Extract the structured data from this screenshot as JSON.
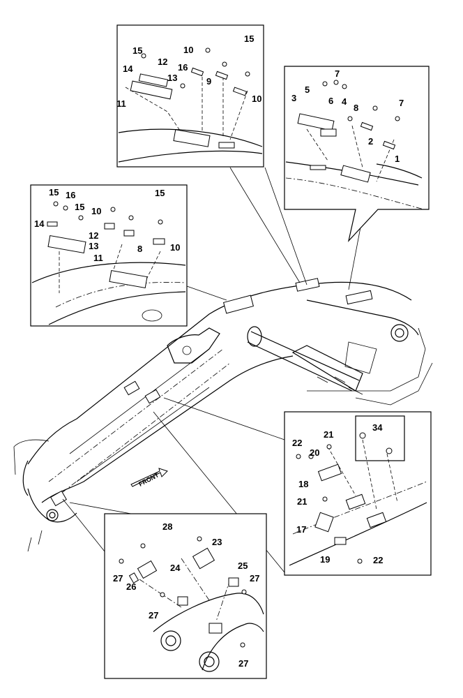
{
  "diagram": {
    "front_arrow_label": "FRONT",
    "callouts": {
      "c15a": "15",
      "c10a": "10",
      "c15b": "15",
      "c14a": "14",
      "c12a": "12",
      "c16a": "16",
      "c13a": "13",
      "c9a": "9",
      "c11a": "11",
      "c10b": "10",
      "c7a": "7",
      "c5a": "5",
      "c3a": "3",
      "c6a": "6",
      "c4a": "4",
      "c8a": "8",
      "c7b": "7",
      "c2a": "2",
      "c1a": "1",
      "c15c": "15",
      "c16b": "16",
      "c15d": "15",
      "c15e": "15",
      "c10c": "10",
      "c14b": "14",
      "c12b": "12",
      "c13b": "13",
      "c8b": "8",
      "c10d": "10",
      "c11b": "11",
      "c34": "34",
      "c21a": "21",
      "c22a": "22",
      "c20": "20",
      "c18": "18",
      "c21b": "21",
      "c17": "17",
      "c19": "19",
      "c22b": "22",
      "c28": "28",
      "c23": "23",
      "c24": "24",
      "c27a": "27",
      "c25": "25",
      "c26": "26",
      "c27b": "27",
      "c27c": "27",
      "c27d": "27"
    }
  }
}
